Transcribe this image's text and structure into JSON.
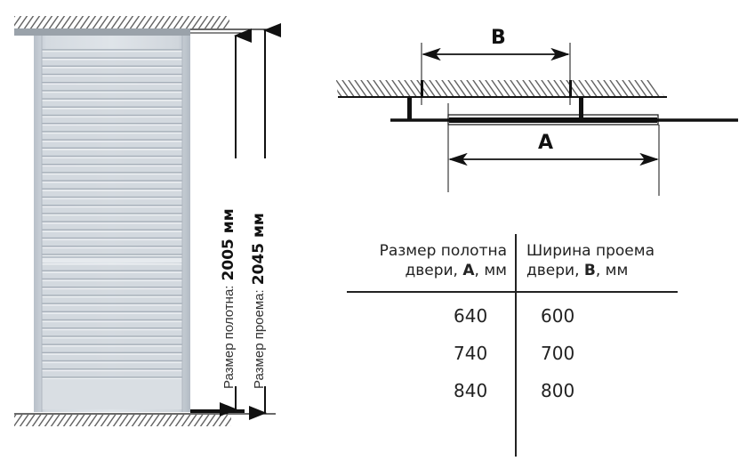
{
  "door_elevation": {
    "leaf_label": "Размер полотна:",
    "leaf_value": "2005 мм",
    "opening_label": "Размер проема:",
    "opening_value": "2045 мм"
  },
  "plan_view": {
    "label_b": "B",
    "label_a": "A"
  },
  "table": {
    "headers": [
      {
        "line1": "Размер полотна",
        "line2_prefix": "двери, ",
        "letter": "A",
        "line2_suffix": ", мм"
      },
      {
        "line1": "Ширина проема",
        "line2_prefix": "двери, ",
        "letter": "B",
        "line2_suffix": ", мм"
      }
    ],
    "rows": [
      [
        "640",
        "600"
      ],
      [
        "740",
        "700"
      ],
      [
        "840",
        "800"
      ]
    ]
  },
  "colors": {
    "door_face": "#c9d0d8",
    "door_slat_shadow": "#9ea7b1",
    "door_slat_light": "#eef1f4",
    "line": "#111111",
    "hatch": "#555555"
  }
}
